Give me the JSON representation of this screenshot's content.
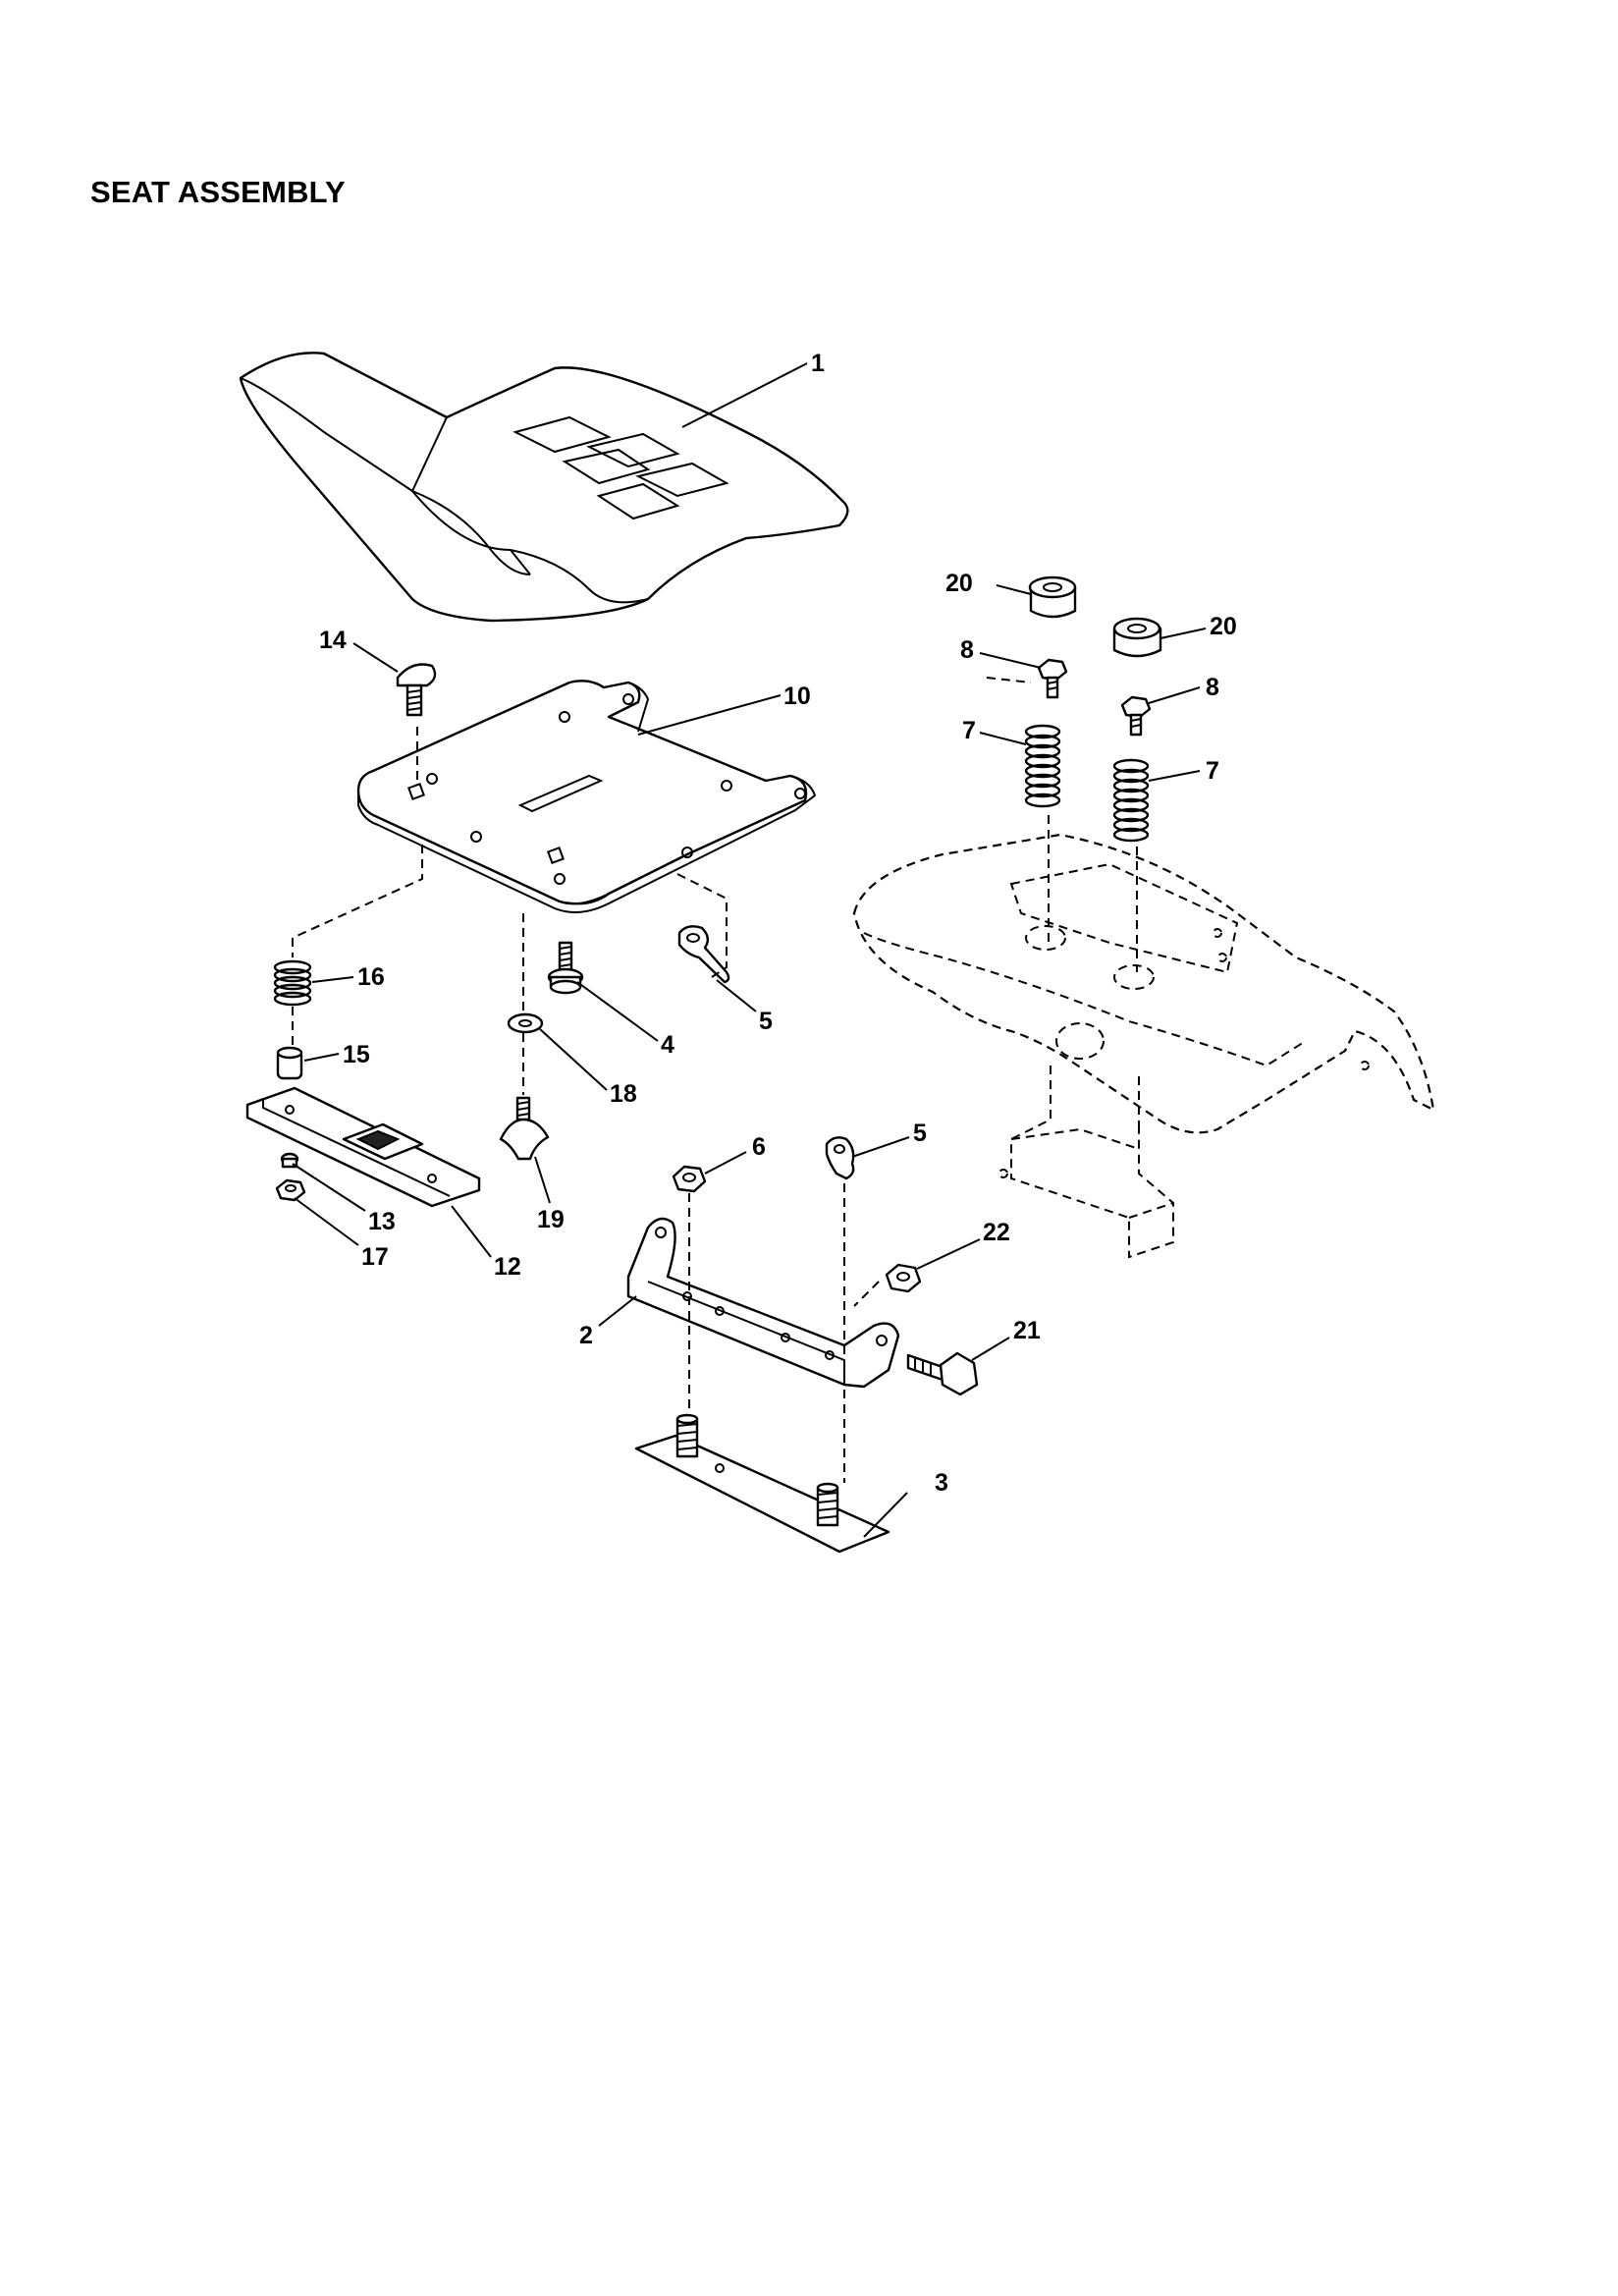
{
  "title": "SEAT ASSEMBLY",
  "callouts": {
    "c1": "1",
    "c2": "2",
    "c3": "3",
    "c4": "4",
    "c5a": "5",
    "c5b": "5",
    "c6": "6",
    "c7a": "7",
    "c7b": "7",
    "c8a": "8",
    "c8b": "8",
    "c10": "10",
    "c12": "12",
    "c13": "13",
    "c14": "14",
    "c15": "15",
    "c16": "16",
    "c17": "17",
    "c18": "18",
    "c19": "19",
    "c20a": "20",
    "c20b": "20",
    "c21": "21",
    "c22": "22"
  },
  "parts": [
    {
      "num": "1",
      "icon": "seat-icon"
    },
    {
      "num": "2",
      "icon": "seat-bracket-icon"
    },
    {
      "num": "3",
      "icon": "bumper-plate-icon"
    },
    {
      "num": "4",
      "icon": "bolt-icon"
    },
    {
      "num": "5",
      "icon": "clip-icon"
    },
    {
      "num": "6",
      "icon": "nut-icon"
    },
    {
      "num": "7",
      "icon": "spring-icon"
    },
    {
      "num": "8",
      "icon": "bolt-icon"
    },
    {
      "num": "10",
      "icon": "seat-pan-icon"
    },
    {
      "num": "12",
      "icon": "slide-plate-icon"
    },
    {
      "num": "13",
      "icon": "washer-icon"
    },
    {
      "num": "14",
      "icon": "carriage-bolt-icon"
    },
    {
      "num": "15",
      "icon": "spacer-icon"
    },
    {
      "num": "16",
      "icon": "spring-icon"
    },
    {
      "num": "17",
      "icon": "nut-icon"
    },
    {
      "num": "18",
      "icon": "washer-icon"
    },
    {
      "num": "19",
      "icon": "knob-icon"
    },
    {
      "num": "20",
      "icon": "bushing-icon"
    },
    {
      "num": "21",
      "icon": "shoulder-bolt-icon"
    },
    {
      "num": "22",
      "icon": "nut-icon"
    }
  ]
}
